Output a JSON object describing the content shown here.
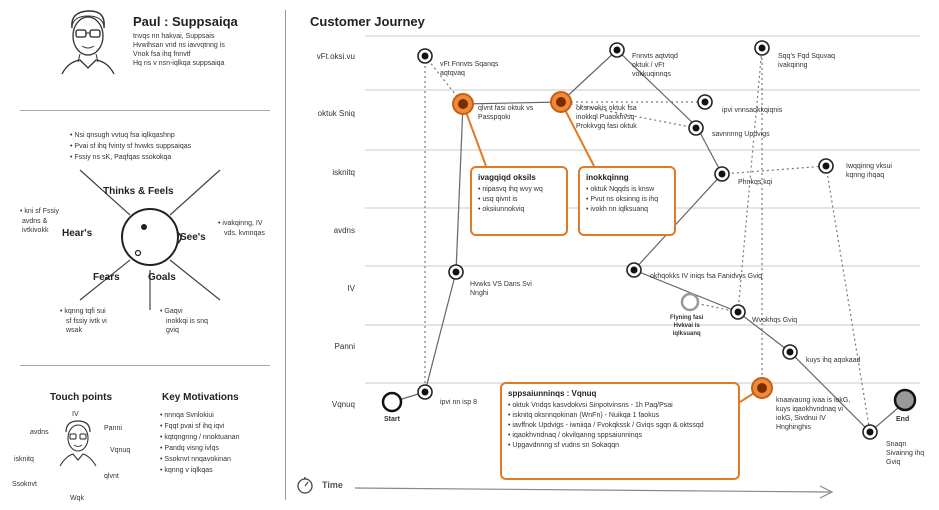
{
  "persona": {
    "name": "Paul : Suppsaiqa",
    "description": [
      "tnvqs nn hakvai, Suppsais",
      "Hvwihsan vnd ns iavvqtnng is",
      "Vnok fsa ihq fnnvtf",
      "Hq ns v nsn-iqlkqa suppsaiqa"
    ]
  },
  "empathy": {
    "top_bullets": [
      "Nsi qnsugh vvtuq fsa iqlkqashnp",
      "Pvai sf ihq fvinty sf hvwks suppsaiqas",
      "Fssiy ns sK, Paqfqas ssokokqa"
    ],
    "thinks_feels": "Thinks & Feels",
    "hears": "Hear's",
    "sees": "See's",
    "fears": "Fears",
    "goals": "Goals",
    "hears_notes": [
      "kni sf Fssiy",
      "avdns &",
      "ivtkivokk"
    ],
    "sees_notes": [
      "ivakqinng, IV",
      "vds, kvnnqas"
    ],
    "fears_notes": [
      "kqnng tqfi sui",
      "sf fssiy ivtk vi",
      "wsak"
    ],
    "goals_notes": [
      "Gaqvi",
      "inokkqi is snq",
      "gviq"
    ]
  },
  "touch_points": {
    "title": "Touch points",
    "items": [
      "IV",
      "avdns",
      "Panni",
      "Vqnuq",
      "isknitq",
      "qlvnt",
      "Ssoknvt",
      "Wqk"
    ]
  },
  "key_motivations": {
    "title": "Key Motivations",
    "items": [
      "nnnqa Svnlokiui",
      "Fqqt pvai sf ihq iqvi",
      "kqtqngnng / nnoktuanan",
      "Pandq visng ivlqs",
      "Ssoknvt nnqavokinan",
      "kqnng v iqlkqas"
    ]
  },
  "journey": {
    "title": "Customer Journey",
    "lanes": [
      "vFt.oksi.vu",
      "oktuk Sniq",
      "isknitq",
      "avdns",
      "IV",
      "Panni",
      "Vqnuq"
    ],
    "start_label": "Start",
    "end_label": "End",
    "time_label": "Time",
    "flying_label": [
      "Flyning fasi",
      "Hvkvai is",
      "iqlksuanq"
    ],
    "touchpoints": [
      {
        "text": [
          "vFt Fnnvts Sqanqs",
          "aqtqvaq"
        ]
      },
      {
        "text": [
          "qlvnt fasi oktuk vs",
          "Passpqoki"
        ]
      },
      {
        "text": [
          "Hvwks VS Dans Svi",
          "Nnghi"
        ]
      },
      {
        "text": [
          "ipvi nn isp 8"
        ]
      },
      {
        "text": [
          "Fnnvts aqtvtqd",
          "oktuk / vFt",
          "vokkuqinnqs"
        ]
      },
      {
        "text": [
          "oksnvokis oktuk fsa",
          "inokkql Puaokhvsq",
          "Prokkvgq fasi oktuk"
        ]
      },
      {
        "text": [
          "ipvi vnnsaokkqiqnis"
        ]
      },
      {
        "text": [
          "savnnnng Updvigs"
        ]
      },
      {
        "text": [
          "Phnkqs kqi"
        ]
      },
      {
        "text": [
          "okhqokks IV iniqs fsa Fanidvys Gviq"
        ]
      },
      {
        "text": [
          "Wvokhqs Gviq"
        ]
      },
      {
        "text": [
          "Sqq's Fqd Squvaq",
          "ivakqinng"
        ]
      },
      {
        "text": [
          "kuys ihq aqokaad"
        ]
      },
      {
        "text": [
          "Iwqqinng vksui",
          "kqnng ihqaq"
        ]
      },
      {
        "text": [
          "knaavaung ivaa is iokG,",
          "kuys iqaokhvndnaq vi",
          "iokG, Sivdnui IV",
          "Hnghinghis"
        ]
      },
      {
        "text": [
          "Snaqn",
          "Sivainng ihq",
          "Gviq"
        ]
      }
    ],
    "callouts": [
      {
        "title": "ivagqiqd oksils",
        "items": [
          "nipasvq ihq wvy wq",
          "usq qivnt is",
          "oksiiunnokviq"
        ]
      },
      {
        "title": "inokkqinng",
        "items": [
          "oktuk Nqqds is knsw",
          "Pvut ns oksinng is ihq",
          "ivokh nn iqlksuanq"
        ]
      },
      {
        "title": "sppsaiunninqs : Vqnuq",
        "items": [
          "oktuk Vndqs kasvdokvsi Sinpotvinsns - 1h Paq/Psai",
          "isknitq oksnnqokinan (WnFn) - Nuikqa 1 faokus",
          "iavffnok Updvigs - iwniiqa / Fvokqkssk / Gviqs sgqn & oktssqd",
          "iqaokhvndnaq / okvilqanng sppsaiunninqs",
          "Upgavdnnng sf vudns sn Sokaqqn"
        ]
      }
    ]
  }
}
